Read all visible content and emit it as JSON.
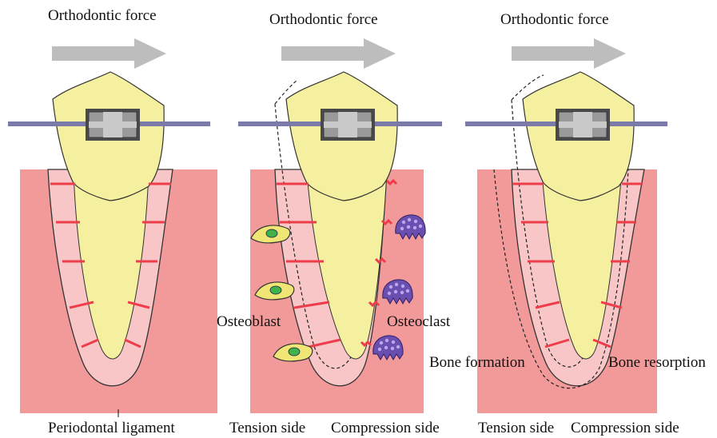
{
  "panels": [
    {
      "force_label": "Orthodontic force"
    },
    {
      "force_label": "Orthodontic force"
    },
    {
      "force_label": "Orthodontic force"
    }
  ],
  "labels": {
    "periodontal_ligament": "Periodontal ligament",
    "osteoblast": "Osteoblast",
    "osteoclast": "Osteoclast",
    "bone_formation": "Bone formation",
    "bone_resorption": "Bone resorption",
    "tension_side_2": "Tension side",
    "compression_side_2": "Compression side",
    "tension_side_3": "Tension side",
    "compression_side_3": "Compression side"
  },
  "colors": {
    "bone": "#f29a9a",
    "ligament": "#f8c6c6",
    "ligament_fibers": "#ee3d4a",
    "tooth": "#f5f0a0",
    "arch_wire": "#7b7aa8",
    "force_arrow": "#bdbdbd",
    "bracket": "#6e6e6e",
    "osteoblast": "#efe676",
    "osteoblast_nucleus": "#3fb24a",
    "osteoclast": "#6a4fb0"
  }
}
